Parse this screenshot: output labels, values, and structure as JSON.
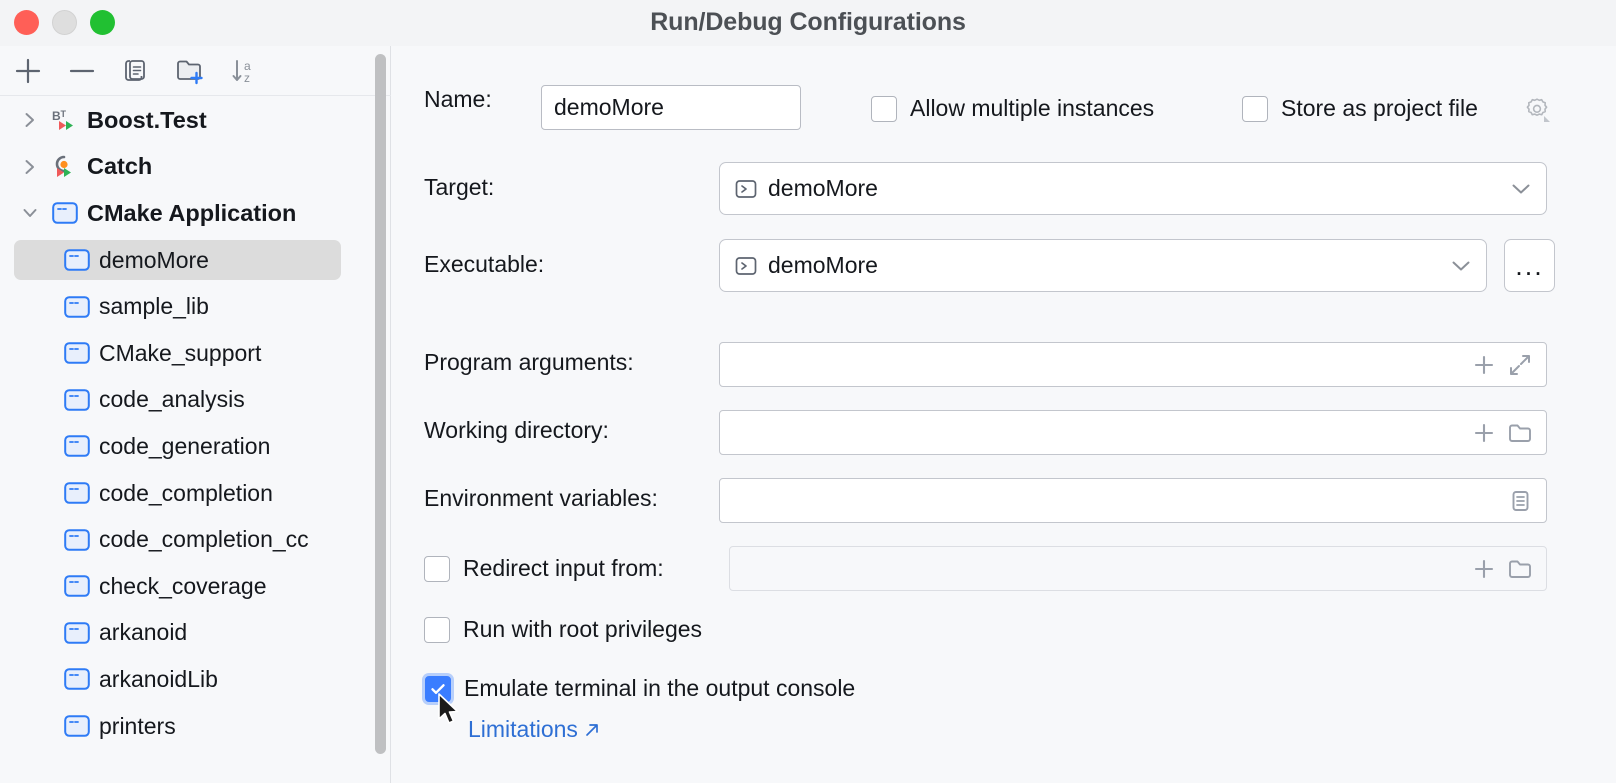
{
  "window": {
    "title": "Run/Debug Configurations",
    "traffic_lights": [
      "close-button",
      "minimize-button",
      "zoom-button"
    ]
  },
  "sidebar": {
    "toolbar": [
      {
        "name": "add-configuration-button",
        "icon": "plus-icon"
      },
      {
        "name": "remove-configuration-button",
        "icon": "minus-icon"
      },
      {
        "name": "copy-configuration-button",
        "icon": "copy-icon"
      },
      {
        "name": "new-folder-button",
        "icon": "folder-add-icon"
      },
      {
        "name": "sort-button",
        "icon": "sort-alpha-icon"
      }
    ],
    "tree": [
      {
        "label": "Boost.Test",
        "level": 0,
        "expanded": false,
        "icon": "boost-test-icon",
        "selected": false
      },
      {
        "label": "Catch",
        "level": 0,
        "expanded": false,
        "icon": "catch-icon",
        "selected": false
      },
      {
        "label": "CMake Application",
        "level": 0,
        "expanded": true,
        "icon": "cmake-app-icon",
        "selected": false
      },
      {
        "label": "demoMore",
        "level": 1,
        "icon": "cmake-app-icon",
        "selected": true
      },
      {
        "label": "sample_lib",
        "level": 1,
        "icon": "cmake-app-icon",
        "selected": false
      },
      {
        "label": "CMake_support",
        "level": 1,
        "icon": "cmake-app-icon",
        "selected": false
      },
      {
        "label": "code_analysis",
        "level": 1,
        "icon": "cmake-app-icon",
        "selected": false
      },
      {
        "label": "code_generation",
        "level": 1,
        "icon": "cmake-app-icon",
        "selected": false
      },
      {
        "label": "code_completion",
        "level": 1,
        "icon": "cmake-app-icon",
        "selected": false
      },
      {
        "label": "code_completion_cc",
        "level": 1,
        "icon": "cmake-app-icon",
        "selected": false
      },
      {
        "label": "check_coverage",
        "level": 1,
        "icon": "cmake-app-icon",
        "selected": false
      },
      {
        "label": "arkanoid",
        "level": 1,
        "icon": "cmake-app-icon",
        "selected": false
      },
      {
        "label": "arkanoidLib",
        "level": 1,
        "icon": "cmake-app-icon",
        "selected": false
      },
      {
        "label": "printers",
        "level": 1,
        "icon": "cmake-app-icon",
        "selected": false
      }
    ]
  },
  "form": {
    "name_label": "Name:",
    "name_value": "demoMore",
    "allow_multiple_instances_label": "Allow multiple instances",
    "allow_multiple_instances_checked": false,
    "store_as_project_file_label": "Store as project file",
    "store_as_project_file_checked": false,
    "store_settings_gear": "gear-icon",
    "target_label": "Target:",
    "target_value": "demoMore",
    "executable_label": "Executable:",
    "executable_value": "demoMore",
    "executable_browse_label": "...",
    "program_arguments_label": "Program arguments:",
    "program_arguments_value": "",
    "working_directory_label": "Working directory:",
    "working_directory_value": "",
    "environment_variables_label": "Environment variables:",
    "environment_variables_value": "",
    "redirect_input_label": "Redirect input from:",
    "redirect_input_checked": false,
    "redirect_input_value": "",
    "run_with_root_label": "Run with root privileges",
    "run_with_root_checked": false,
    "emulate_terminal_label": "Emulate terminal in the output console",
    "emulate_terminal_checked": true,
    "limitations_link": "Limitations"
  },
  "colors": {
    "accent_blue": "#3a7dff",
    "link_blue": "#2e6fd4",
    "window_bg": "#f7f8fa",
    "titlebar_bg": "#f3f4f6",
    "selection_gray": "#dcdcdc",
    "traffic_red": "#ff5f57",
    "traffic_yellow": "#dedede",
    "traffic_green": "#21c032"
  }
}
